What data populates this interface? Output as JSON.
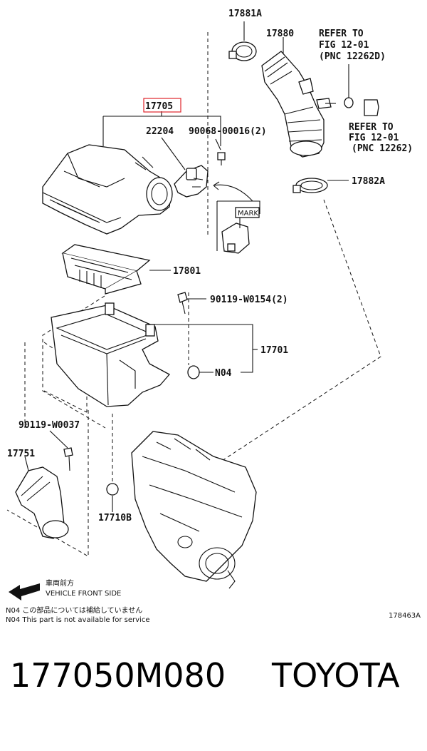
{
  "labels": {
    "p17881A": "17881A",
    "p17880": "17880",
    "refer1_a": "REFER TO",
    "refer1_b": "FIG 12-01",
    "refer1_c": "(PNC 12262D)",
    "refer2_a": "REFER TO",
    "refer2_b": "FIG 12-01",
    "refer2_c": "(PNC 12262)",
    "p17705": "17705",
    "p22204": "22204",
    "p90068": "90068-00016(2)",
    "p17882A": "17882A",
    "mark": "MARK",
    "p17801": "17801",
    "p90119a": "90119-W0154(2)",
    "p17701": "17701",
    "n04": "N04",
    "p90119b": "90119-W0037",
    "p17751": "17751",
    "p17710B": "17710B"
  },
  "notes": {
    "front_jp": "車両前方",
    "front_en": "VEHICLE FRONT SIDE",
    "n04_jp": "N04  この部品については補給していません",
    "n04_en": "N04  This part is not available for service",
    "fig_no": "178463A"
  },
  "footer": {
    "part_number": "177050M080",
    "brand": "TOYOTA"
  },
  "colors": {
    "highlight": "#e0242b"
  }
}
